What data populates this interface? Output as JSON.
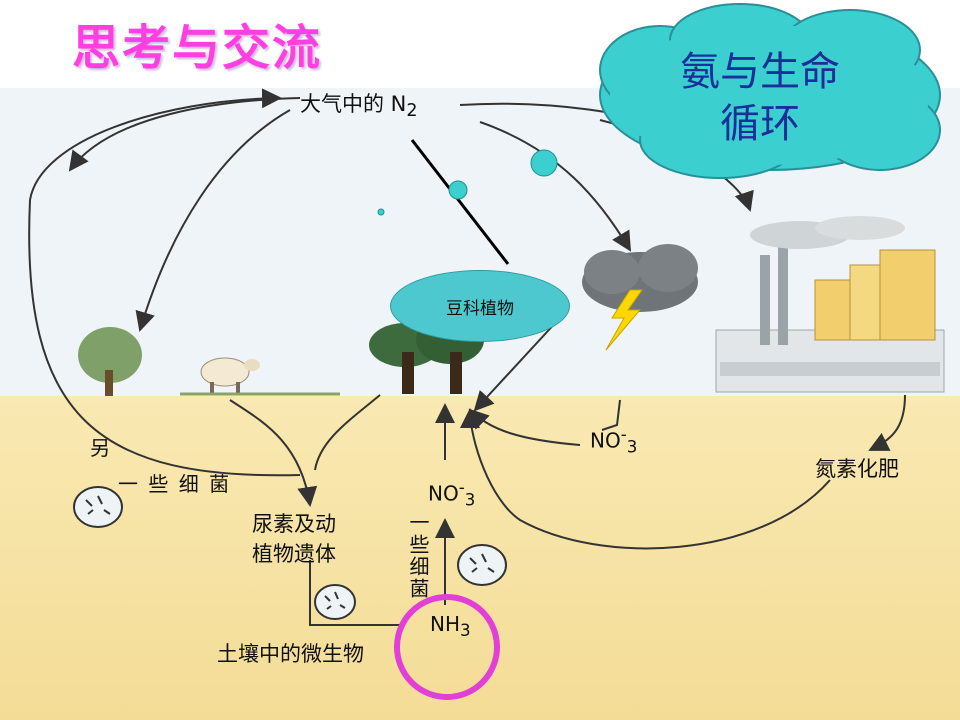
{
  "slide": {
    "title": "思考与交流",
    "cloud_line1": "氨与生命",
    "cloud_line2": "循环",
    "bubble": "豆科植物"
  },
  "diagram": {
    "n2": "大气中的 N",
    "n2_sub": "2",
    "nitrate_right": "NO",
    "nitrate_right_sup": "-",
    "nitrate_right_sub": "3",
    "bacteria_other_1": "另",
    "bacteria_other_2": "一 些 细 菌",
    "nitrate_mid": "NO",
    "nitrate_mid_sup": "-",
    "nitrate_mid_sub": "3",
    "urea_line1": "尿素及动",
    "urea_line2": "植物遗体",
    "bacteria_vertical": "一些细菌",
    "fertilizer": "氮素化肥",
    "nh3": "NH",
    "nh3_sub": "3",
    "microbes": "土壤中的微生物"
  },
  "colors": {
    "title": "#ff3fe1",
    "cloud_fill": "#3ccfcf",
    "cloud_text": "#1a2f99",
    "highlight_circle": "#e23fd8",
    "soil": "#f5e2a3"
  }
}
